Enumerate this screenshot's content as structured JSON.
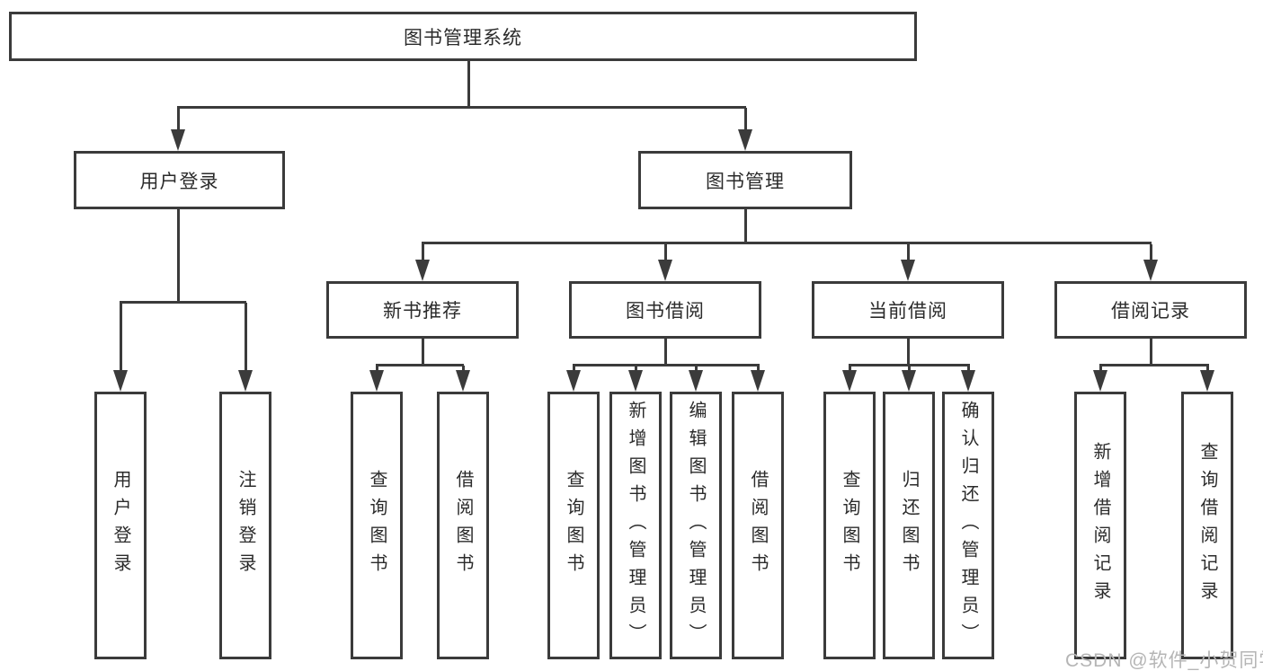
{
  "tree": {
    "root": {
      "label": "图书管理系统"
    },
    "branches": [
      {
        "label": "用户登录",
        "children": [
          {
            "label": "用户登录"
          },
          {
            "label": "注销登录"
          }
        ]
      },
      {
        "label": "图书管理",
        "children": [
          {
            "label": "新书推荐",
            "children": [
              {
                "label": "查询图书"
              },
              {
                "label": "借阅图书"
              }
            ]
          },
          {
            "label": "图书借阅",
            "children": [
              {
                "label": "查询图书"
              },
              {
                "label": "新增图书（管理员）"
              },
              {
                "label": "编辑图书（管理员）"
              },
              {
                "label": "借阅图书"
              }
            ]
          },
          {
            "label": "当前借阅",
            "children": [
              {
                "label": "查询图书"
              },
              {
                "label": "归还图书"
              },
              {
                "label": "确认归还（管理员）"
              }
            ]
          },
          {
            "label": "借阅记录",
            "children": [
              {
                "label": "新增借阅记录"
              },
              {
                "label": "查询借阅记录"
              }
            ]
          }
        ]
      }
    ]
  },
  "watermark": {
    "text": "CSDN @软件_小贺同学"
  },
  "colors": {
    "line": "#3b3b3b",
    "text": "#2b2b2b",
    "watermark": "#b5b5b5",
    "background": "#ffffff"
  }
}
